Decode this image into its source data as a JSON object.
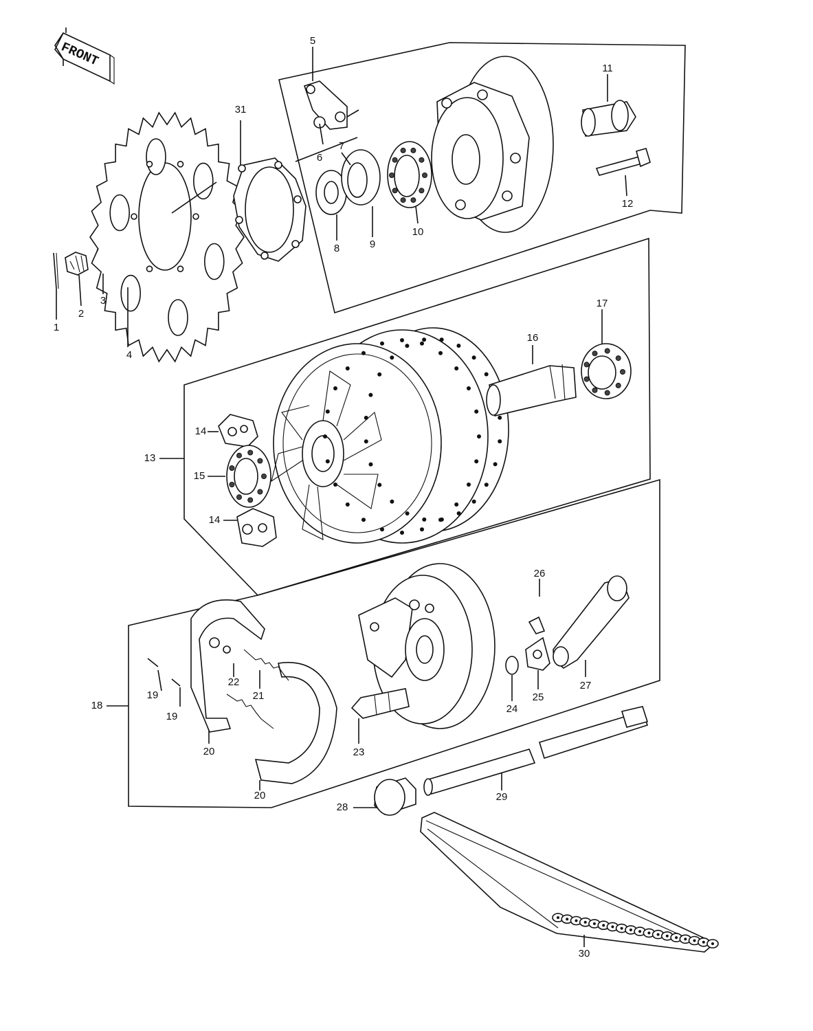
{
  "front_badge": "FRONT",
  "callouts": [
    "1",
    "2",
    "3",
    "4",
    "5",
    "6",
    "7",
    "8",
    "9",
    "10",
    "11",
    "12",
    "13",
    "14",
    "14",
    "15",
    "16",
    "17",
    "18",
    "19",
    "19",
    "20",
    "20",
    "21",
    "22",
    "23",
    "24",
    "25",
    "26",
    "27",
    "28",
    "29",
    "30",
    "31"
  ]
}
